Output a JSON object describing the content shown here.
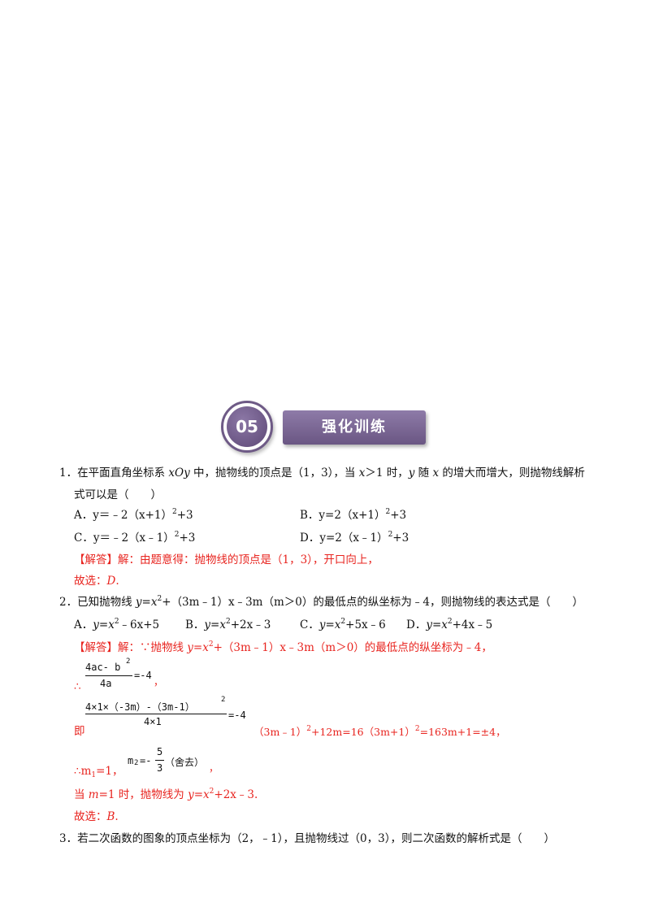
{
  "section": {
    "number": "05",
    "title": "强化训练"
  },
  "q1": {
    "num": "1．",
    "line1_a": "在平面直角坐标系 ",
    "line1_var": "xOy",
    "line1_b": " 中，抛物线的顶点是（1，3），当 ",
    "line1_x": "x",
    "line1_c": "＞1 时，",
    "line1_y": "y",
    "line1_d": " 随 ",
    "line1_x2": "x",
    "line1_e": " 的增大而增大，则抛物线解析",
    "line2": "式可以是（　　）",
    "optA_label": "A．",
    "optA": "y＝﹣2（x+1）",
    "optA_tail": "+3",
    "optB_label": "B．",
    "optB": "y=2（x+1）",
    "optB_tail": "+3",
    "optC_label": "C．",
    "optC": "y＝﹣2（x﹣1）",
    "optC_tail": "+3",
    "optD_label": "D．",
    "optD": "y=2（x﹣1）",
    "optD_tail": "+3",
    "sup2": "2",
    "ans_tag": "【解答】",
    "ans_text": "解：由题意得：抛物线的顶点是（1，3），开口向上，",
    "choose_prefix": "故选：",
    "choose": "D",
    "choose_end": "."
  },
  "q2": {
    "num": "2．",
    "stem_a": "已知抛物线 ",
    "stem_b": "y=x",
    "stem_c": "+（3m﹣1）x﹣3m（m＞0）的最低点的纵坐标为﹣4，则抛物线的表达式是（　　）",
    "optA": "A．",
    "optA_expr": "y=x",
    "optA_tail": "﹣6x+5",
    "optB": "B．",
    "optB_expr": "y=x",
    "optB_tail": "+2x﹣3",
    "optC": "C．",
    "optC_expr": "y=x",
    "optC_tail": "+5x﹣6",
    "optD": "D．",
    "optD_expr": "y=x",
    "optD_tail": "+4x﹣5",
    "ans_tag": "【解答】",
    "ans_a": "解：∵抛物线 ",
    "ans_b": "y=x",
    "ans_c": "+（3m﹣1）x﹣3m（m＞0）的最低点的纵坐标为﹣4，",
    "therefore": "∴",
    "frac1_num": "4ac- b",
    "frac1_den": "4a",
    "frac1_eq": "=-4",
    "frac1_comma": "，",
    "ji": "即",
    "frac2_num": "4×1×（-3m）-（3m-1）",
    "frac2_den": "4×1",
    "frac2_eq": "=-4",
    "step": "（3m﹣1）",
    "step2": "+12m=16（3m+1）",
    "step3": "=163m+1=±4，",
    "m1_a": "∴m",
    "m1_sub": "1",
    "m1_b": "=1，",
    "m2": "m",
    "m2_sub": "2",
    "m2_eq": "=-",
    "m2_num": "5",
    "m2_den": "3",
    "m2_note": "（舍去）",
    "m2_comma": "，",
    "when_a": "当 ",
    "when_m": "m",
    "when_b": "=1 时，抛物线为 ",
    "when_c": "y=x",
    "when_d": "+2x﹣3.",
    "choose_prefix": "故选：",
    "choose": "B",
    "choose_end": "."
  },
  "q3": {
    "num": "3．",
    "stem": "若二次函数的图象的顶点坐标为（2，﹣1），且抛物线过（0，3），则二次函数的解析式是（　　）"
  }
}
